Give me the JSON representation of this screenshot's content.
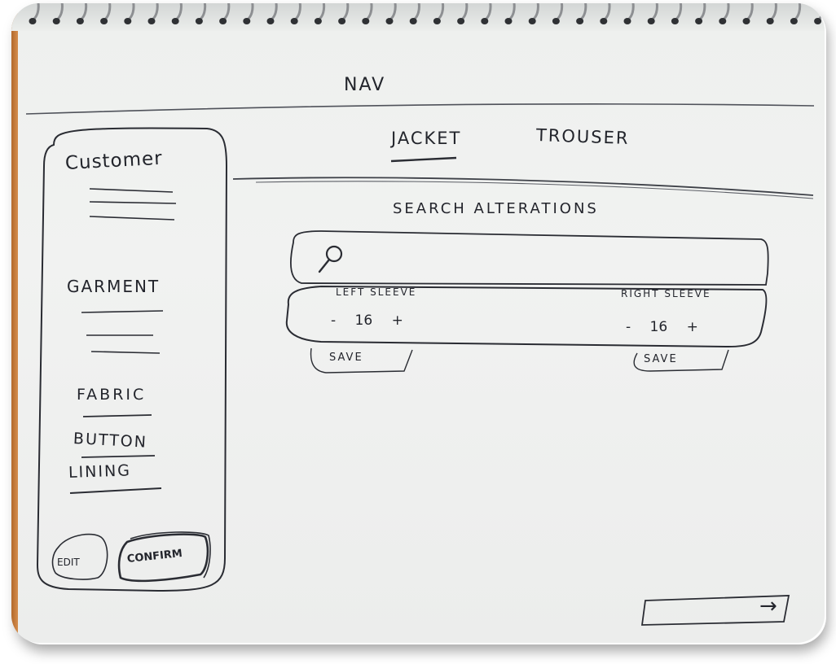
{
  "header": {
    "title": "NAV"
  },
  "tabs": [
    {
      "label": "Jacket",
      "active": true
    },
    {
      "label": "Trouser",
      "active": false
    }
  ],
  "sidebar": {
    "sections": [
      {
        "label": "Customer"
      },
      {
        "label": "Garment"
      }
    ],
    "items": [
      {
        "label": "Fabric"
      },
      {
        "label": "Button"
      },
      {
        "label": "Lining"
      }
    ],
    "edit_label": "EDIT",
    "confirm_label": "CONFIRM"
  },
  "main": {
    "title": "SEARCH ALTERATIONS",
    "search": {
      "value": "",
      "placeholder": ""
    },
    "left_sleeve": {
      "label": "LEFT SLEEVE",
      "value": "16",
      "minus": "-",
      "plus": "+",
      "save_label": "SAVE"
    },
    "right_sleeve": {
      "label": "RIGHT SLEEVE",
      "value": "16",
      "minus": "-",
      "plus": "+",
      "save_label": "SAVE"
    }
  },
  "footer": {
    "next_icon": "arrow-right-icon",
    "next_glyph": "→"
  },
  "colors": {
    "ink": "#23252c",
    "paper": "#eef0ee",
    "cover_edge": "#c07a3a"
  }
}
